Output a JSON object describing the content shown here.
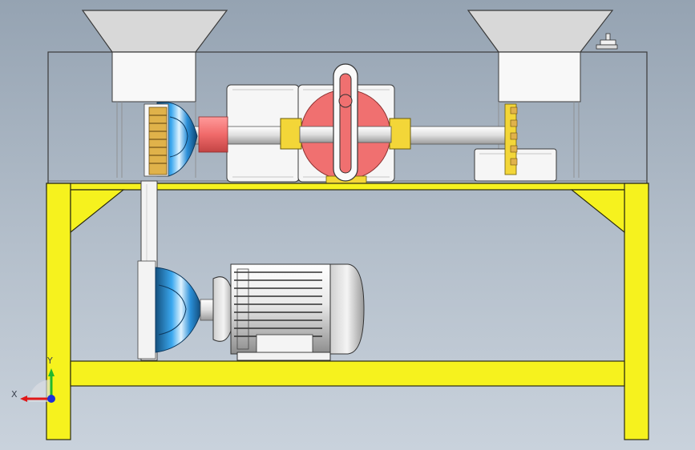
{
  "view": {
    "type": "cad-assembly-front-view",
    "background_top": "#95a3b2",
    "background_bottom": "#c9d2dc"
  },
  "triad": {
    "x_label": "X",
    "y_label": "Y",
    "x_color": "#e01818",
    "y_color": "#22b82c",
    "z_color": "#1d2fd8"
  },
  "colors": {
    "frame": "#f6f21e",
    "frame_edge": "#2b2b10",
    "pulley": "#2a8fd8",
    "cam_disc": "#f07070",
    "bracket": "#f3d638",
    "brush": "#e0b24a",
    "metal": "#eeeeee"
  }
}
